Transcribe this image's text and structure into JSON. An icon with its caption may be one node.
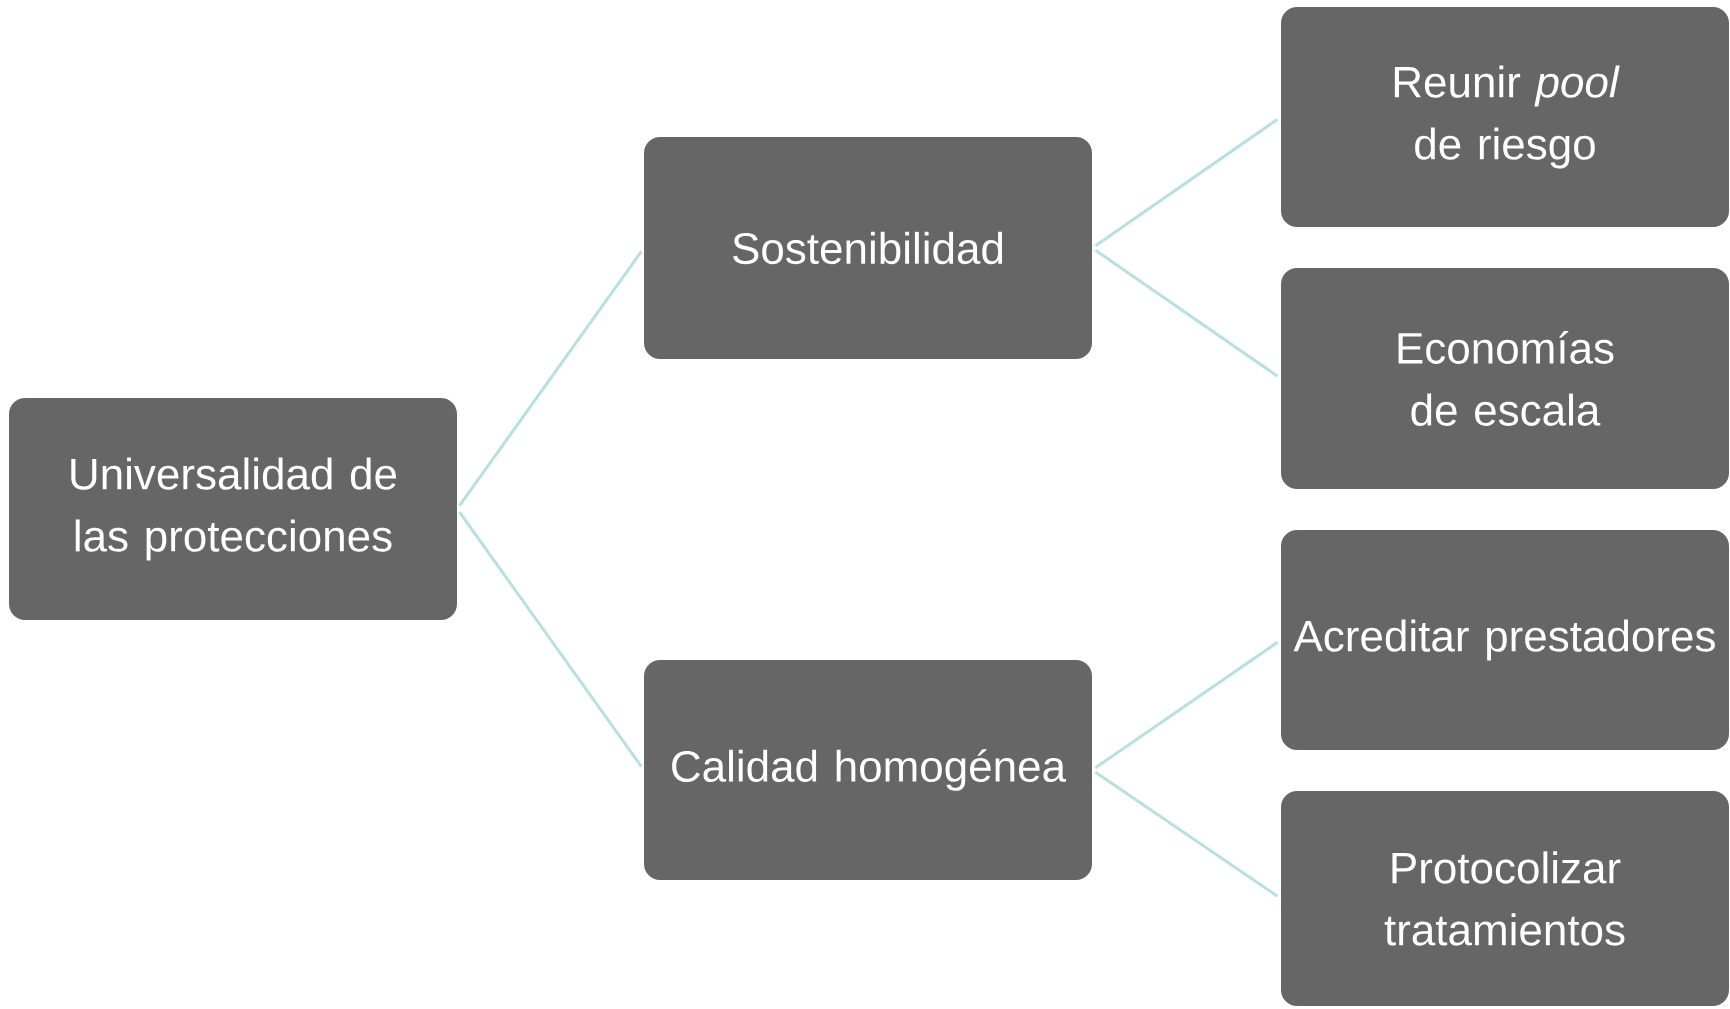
{
  "diagram": {
    "nodes": [
      {
        "text": [
          "Universalidad de las protecciones"
        ]
      },
      {
        "text": [
          "Sostenibilidad"
        ]
      },
      {
        "text": [
          "Calidad homogénea"
        ]
      },
      {
        "text": [
          "Reunir *pool* de riesgo"
        ]
      },
      {
        "text": [
          "Economías de escala"
        ]
      },
      {
        "text": [
          "Acreditar prestadores"
        ]
      },
      {
        "text": [
          "Protocolizar tratamientos"
        ]
      }
    ],
    "edges": [
      {
        "from": 0,
        "to": 1,
        "arrow": "none"
      },
      {
        "from": 0,
        "to": 2,
        "arrow": "none"
      },
      {
        "from": 1,
        "to": 3,
        "arrow": "none"
      },
      {
        "from": 1,
        "to": 4,
        "arrow": "none"
      },
      {
        "from": 2,
        "to": 5,
        "arrow": "none"
      },
      {
        "from": 2,
        "to": 6,
        "arrow": "none"
      }
    ]
  }
}
